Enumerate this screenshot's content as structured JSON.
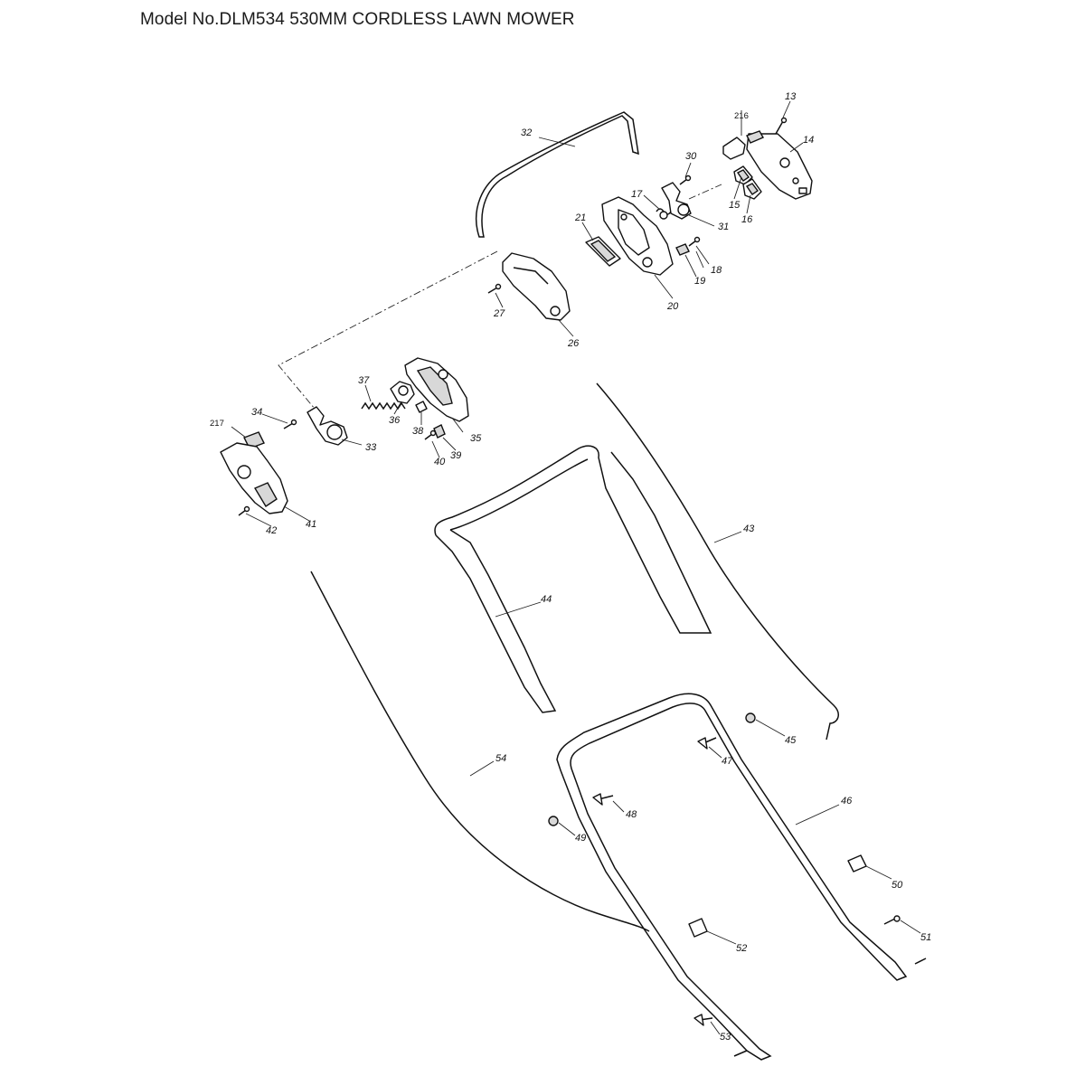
{
  "title": "Model No.DLM534 530MM CORDLESS LAWN MOWER",
  "callouts": [
    {
      "id": "13",
      "label": "13"
    },
    {
      "id": "14",
      "label": "14"
    },
    {
      "id": "15",
      "label": "15"
    },
    {
      "id": "16",
      "label": "16"
    },
    {
      "id": "17",
      "label": "17"
    },
    {
      "id": "18",
      "label": "18"
    },
    {
      "id": "19",
      "label": "19"
    },
    {
      "id": "20",
      "label": "20"
    },
    {
      "id": "21",
      "label": "21"
    },
    {
      "id": "26",
      "label": "26"
    },
    {
      "id": "27",
      "label": "27"
    },
    {
      "id": "30",
      "label": "30"
    },
    {
      "id": "31",
      "label": "31"
    },
    {
      "id": "32",
      "label": "32"
    },
    {
      "id": "33",
      "label": "33"
    },
    {
      "id": "34",
      "label": "34"
    },
    {
      "id": "35",
      "label": "35"
    },
    {
      "id": "36",
      "label": "36"
    },
    {
      "id": "37",
      "label": "37"
    },
    {
      "id": "38",
      "label": "38"
    },
    {
      "id": "39",
      "label": "39"
    },
    {
      "id": "40",
      "label": "40"
    },
    {
      "id": "41",
      "label": "41"
    },
    {
      "id": "42",
      "label": "42"
    },
    {
      "id": "43",
      "label": "43"
    },
    {
      "id": "44",
      "label": "44"
    },
    {
      "id": "45",
      "label": "45"
    },
    {
      "id": "46",
      "label": "46"
    },
    {
      "id": "47",
      "label": "47"
    },
    {
      "id": "48",
      "label": "48"
    },
    {
      "id": "49",
      "label": "49"
    },
    {
      "id": "50",
      "label": "50"
    },
    {
      "id": "51",
      "label": "51"
    },
    {
      "id": "52",
      "label": "52"
    },
    {
      "id": "53",
      "label": "53"
    },
    {
      "id": "54",
      "label": "54"
    },
    {
      "id": "216",
      "label": "216"
    },
    {
      "id": "217",
      "label": "217"
    }
  ]
}
